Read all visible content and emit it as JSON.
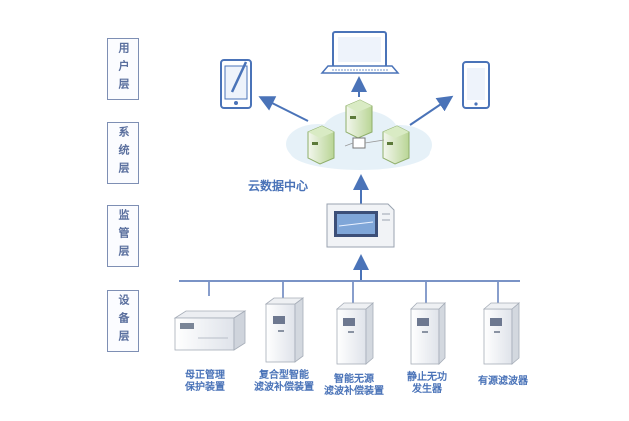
{
  "layers": {
    "user": "用户层",
    "system": "系统层",
    "monitor": "监管层",
    "device": "设备层"
  },
  "cloud_label": "云数据中心",
  "devices": [
    {
      "line1": "母正管理",
      "line2": "保护装置"
    },
    {
      "line1": "复合型智能",
      "line2": "滤波补偿装置"
    },
    {
      "line1": "智能无源",
      "line2": "滤波补偿装置"
    },
    {
      "line1": "静止无功",
      "line2": "发生器"
    },
    {
      "line1": "有源滤波器",
      "line2": ""
    }
  ],
  "colors": {
    "accent": "#4a73b8",
    "line": "#7a93c6",
    "cloud": "#e4f0f8",
    "server_green": "#bcd89a"
  }
}
